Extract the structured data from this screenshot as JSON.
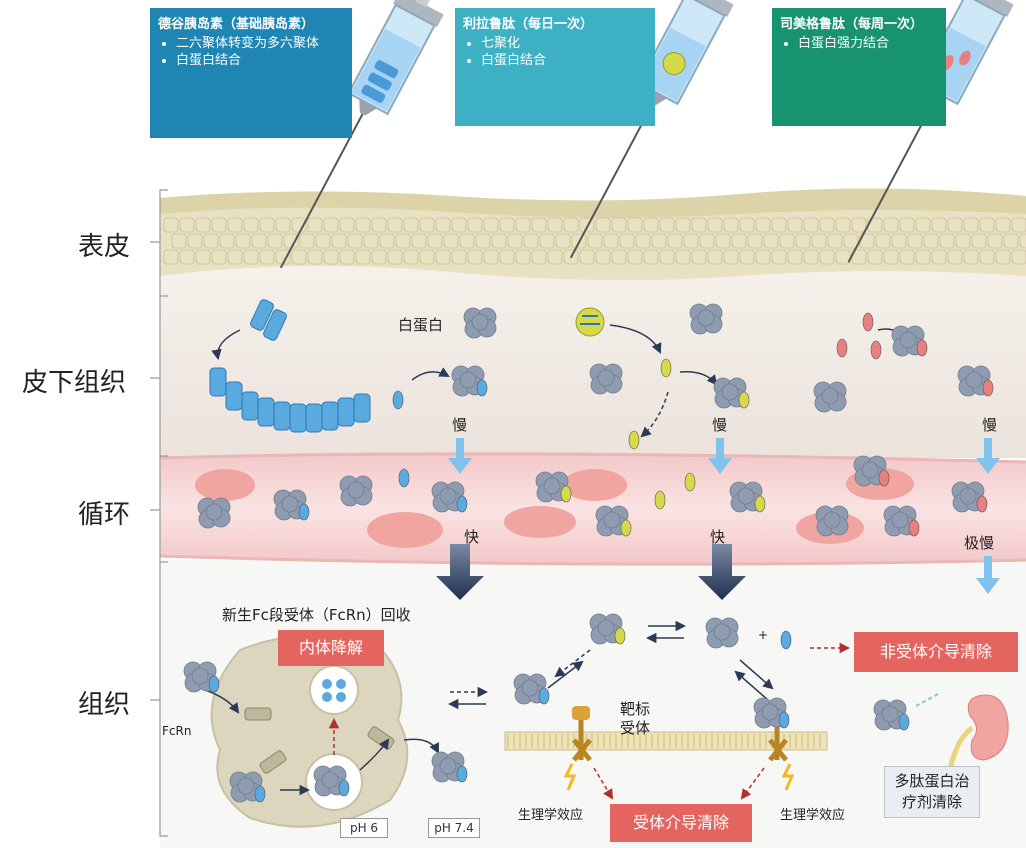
{
  "layers": {
    "epidermis": "表皮",
    "subcutaneous": "皮下组织",
    "circulation": "循环",
    "tissue": "组织"
  },
  "drugs": [
    {
      "title": "德谷胰岛素（基础胰岛素）",
      "points": [
        "二六聚体转变为多六聚体",
        "白蛋白结合"
      ],
      "color": "#1f86b4"
    },
    {
      "title": "利拉鲁肽（每日一次）",
      "points": [
        "七聚化",
        "白蛋白结合"
      ],
      "color": "#3eb0c4"
    },
    {
      "title": "司美格鲁肽（每周一次）",
      "points": [
        "白蛋白强力结合"
      ],
      "color": "#17936f"
    }
  ],
  "labels": {
    "albumin": "白蛋白",
    "slow": "慢",
    "fast": "快",
    "very_slow": "极慢",
    "fcrn_recycle": "新生Fc段受体（FcRn）回收",
    "endosomal_degradation": "内体降解",
    "fcrn": "FcRn",
    "ph6": "pH 6",
    "ph74": "pH 7.4",
    "target_receptor": "靶标受体",
    "physiological_effect": "生理学效应",
    "receptor_mediated": "受体介导清除",
    "non_receptor_mediated": "非受体介导清除",
    "peptide_clearance": "多肽蛋白治疗剂清除",
    "plus": "+"
  },
  "colors": {
    "albumin": "#8f9cb0",
    "degludec": "#5aa9df",
    "liraglutide": "#d7d94a",
    "semaglutide": "#e87f80",
    "blood": "#f5d3d3",
    "rbc": "#ee9f9b",
    "skin": "#efe8cf",
    "clearance_red": "#e4655f"
  }
}
